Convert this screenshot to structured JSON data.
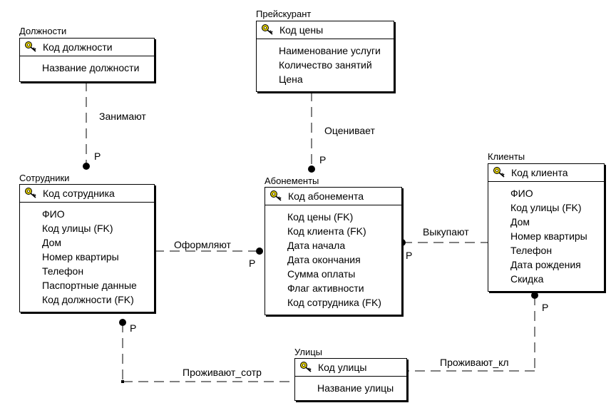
{
  "entities": {
    "positions": {
      "title": "Должности",
      "pk": "Код  должности",
      "attrs": [
        "Название должности"
      ]
    },
    "pricelist": {
      "title": "Прейскурант",
      "pk": "Код цены",
      "attrs": [
        "Наименование услуги",
        "Количество занятий",
        "Цена"
      ]
    },
    "employees": {
      "title": "Сотрудники",
      "pk": "Код сотрудника",
      "attrs": [
        "ФИО",
        "Код улицы (FK)",
        "Дом",
        "Номер квартиры",
        "Телефон",
        "Паспортные данные",
        "Код  должности (FK)"
      ]
    },
    "subscriptions": {
      "title": "Абонементы",
      "pk": "Код абонемента",
      "attrs": [
        "Код цены (FK)",
        "Код клиента (FK)",
        "Дата начала",
        "Дата окончания",
        "Сумма оплаты",
        "Флаг активности",
        "Код сотрудника (FK)"
      ]
    },
    "clients": {
      "title": "Клиенты",
      "pk": "Код клиента",
      "attrs": [
        "ФИО",
        "Код улицы (FK)",
        "Дом",
        "Номер квартиры",
        "Телефон",
        "Дата рождения",
        "Скидка"
      ]
    },
    "streets": {
      "title": "Улицы",
      "pk": "Код улицы",
      "attrs": [
        "Название улицы"
      ]
    }
  },
  "relationships": {
    "occupy": "Занимают",
    "evaluates": "Оценивает",
    "issue": "Оформляют",
    "buy": "Выкупают",
    "live_emp": "Проживают_сотр",
    "live_cl": "Проживают_кл"
  },
  "cardinality": "P",
  "icons": {
    "primary_key": "key-icon"
  },
  "colors": {
    "key": "#d4c200",
    "line": "#000000"
  }
}
